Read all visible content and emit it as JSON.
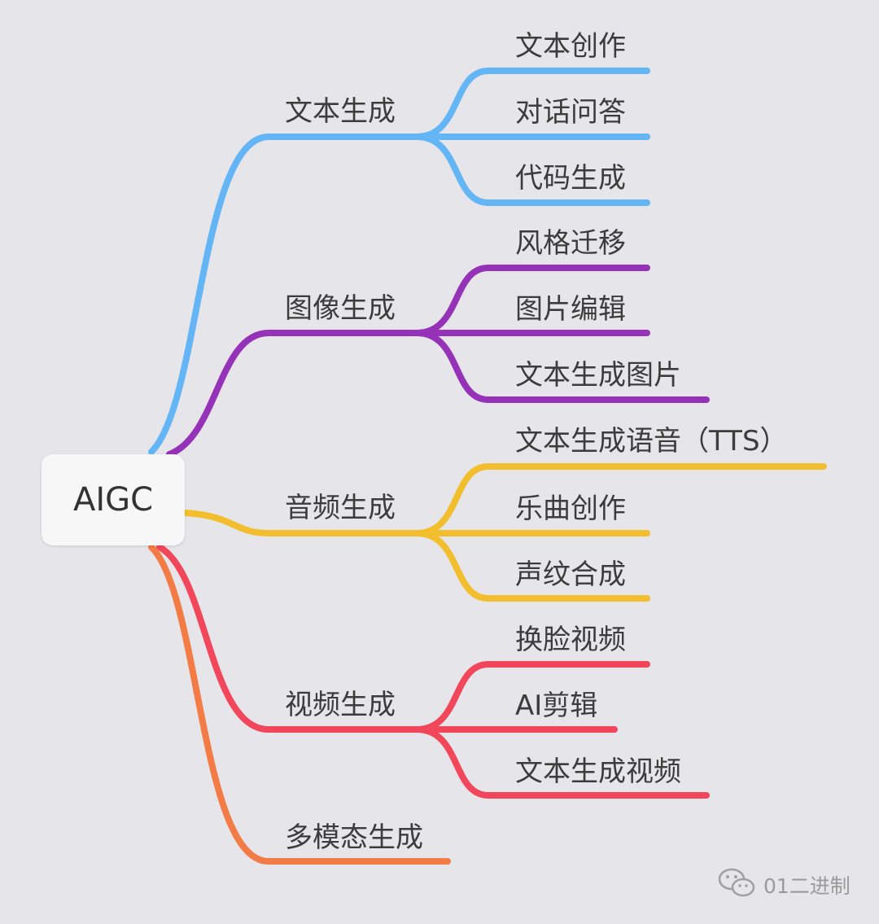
{
  "root": {
    "label": "AIGC"
  },
  "branches": [
    {
      "label": "文本生成",
      "color": "#63b5f5",
      "children": [
        "文本创作",
        "对话问答",
        "代码生成"
      ]
    },
    {
      "label": "图像生成",
      "color": "#9632b8",
      "children": [
        "风格迁移",
        "图片编辑",
        "文本生成图片"
      ]
    },
    {
      "label": "音频生成",
      "color": "#f2be2d",
      "children": [
        "文本生成语音（TTS）",
        "乐曲创作",
        "声纹合成"
      ]
    },
    {
      "label": "视频生成",
      "color": "#f2475a",
      "children": [
        "换脸视频",
        "AI剪辑",
        "文本生成视频"
      ]
    },
    {
      "label": "多模态生成",
      "color": "#f37b45",
      "children": []
    }
  ],
  "watermark": {
    "text": "01二进制",
    "icon": "wechat-icon"
  }
}
